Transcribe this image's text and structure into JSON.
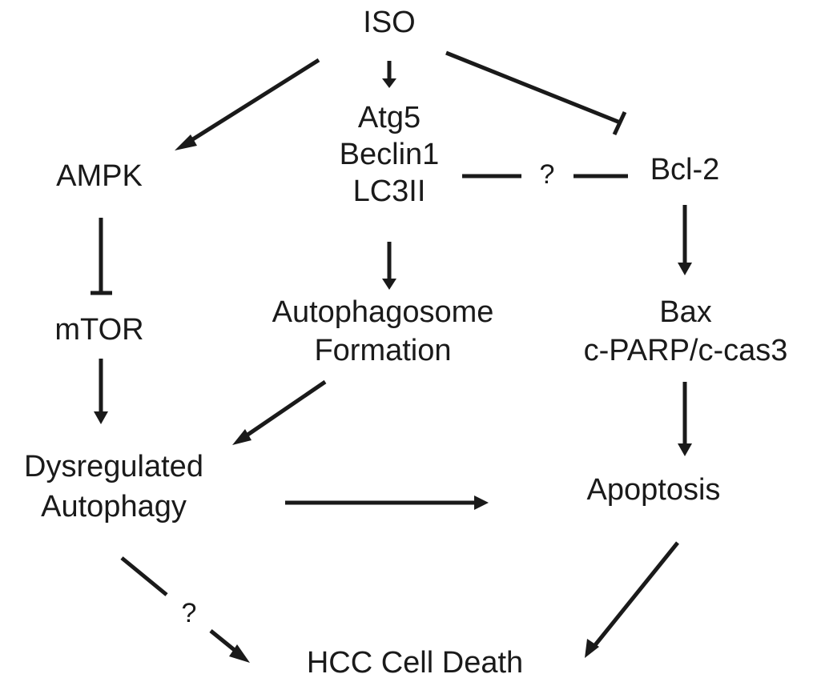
{
  "diagram": {
    "title": "ISO-induced autophagy and apoptosis pathway in HCC",
    "colors": {
      "ink": "#1a1a1a",
      "background": "#ffffff"
    },
    "nodes": [
      {
        "id": "iso",
        "lines": [
          "ISO"
        ]
      },
      {
        "id": "ampk",
        "lines": [
          "AMPK"
        ]
      },
      {
        "id": "mtor",
        "lines": [
          "mTOR"
        ]
      },
      {
        "id": "autophagy-markers",
        "lines": [
          "Atg5",
          "Beclin1",
          "LC3II"
        ]
      },
      {
        "id": "bcl2",
        "lines": [
          "Bcl-2"
        ]
      },
      {
        "id": "autophagosome",
        "lines": [
          "Autophagosome",
          "Formation"
        ]
      },
      {
        "id": "apoptosis-markers",
        "lines": [
          "Bax",
          "c-PARP/c-cas3"
        ]
      },
      {
        "id": "dysregulated-autophagy",
        "lines": [
          "Dysregulated",
          "Autophagy"
        ]
      },
      {
        "id": "apoptosis",
        "lines": [
          "Apoptosis"
        ]
      },
      {
        "id": "hcc-death",
        "lines": [
          "HCC Cell Death"
        ]
      }
    ],
    "edges": [
      {
        "from": "iso",
        "to": "ampk",
        "type": "activate"
      },
      {
        "from": "iso",
        "to": "autophagy-markers",
        "type": "activate"
      },
      {
        "from": "iso",
        "to": "bcl2",
        "type": "inhibit"
      },
      {
        "from": "ampk",
        "to": "mtor",
        "type": "inhibit"
      },
      {
        "from": "mtor",
        "to": "dysregulated-autophagy",
        "type": "activate"
      },
      {
        "from": "autophagy-markers",
        "to": "bcl2",
        "type": "unknown",
        "label": "?"
      },
      {
        "from": "autophagy-markers",
        "to": "autophagosome",
        "type": "activate"
      },
      {
        "from": "bcl2",
        "to": "apoptosis-markers",
        "type": "activate"
      },
      {
        "from": "autophagosome",
        "to": "dysregulated-autophagy",
        "type": "activate"
      },
      {
        "from": "apoptosis-markers",
        "to": "apoptosis",
        "type": "activate"
      },
      {
        "from": "dysregulated-autophagy",
        "to": "apoptosis",
        "type": "activate"
      },
      {
        "from": "dysregulated-autophagy",
        "to": "hcc-death",
        "type": "uncertain-activate",
        "label": "?"
      },
      {
        "from": "apoptosis",
        "to": "hcc-death",
        "type": "activate"
      }
    ]
  }
}
